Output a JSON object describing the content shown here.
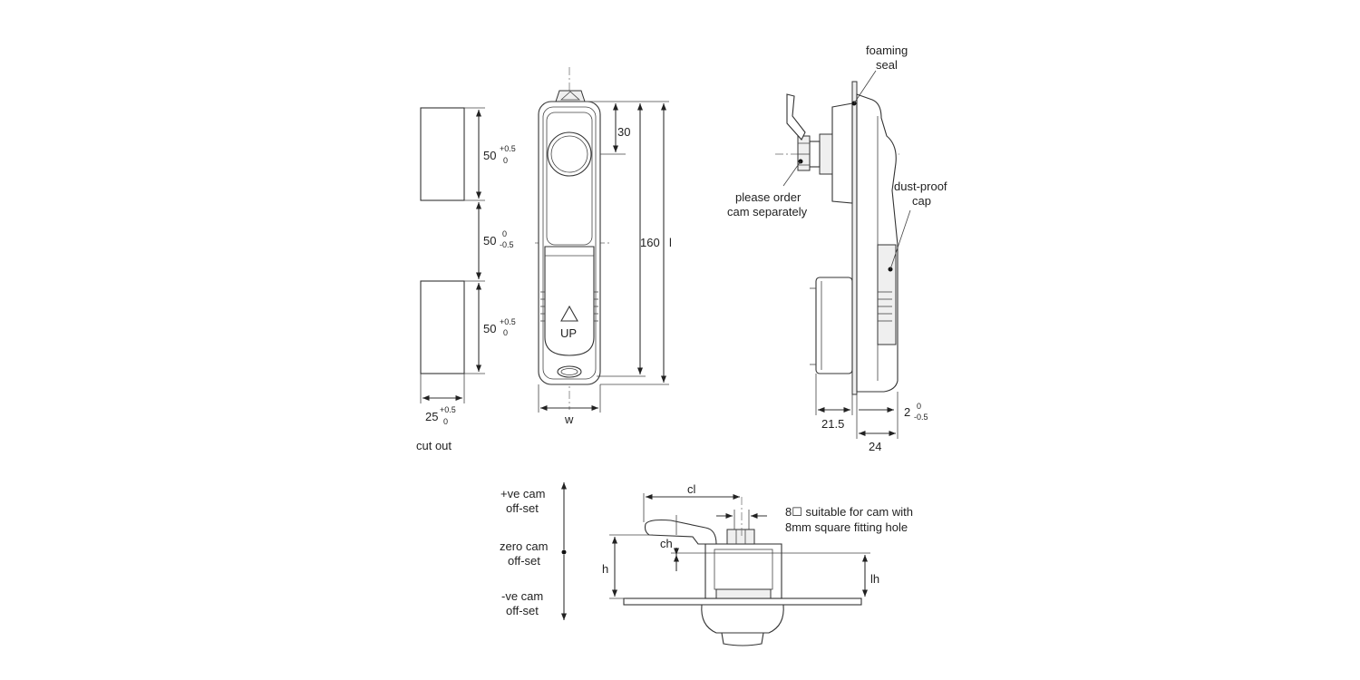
{
  "cutout": {
    "dim_top": "50",
    "dim_top_tol_up": "+0.5",
    "dim_top_tol_lo": "0",
    "dim_mid": "50",
    "dim_mid_tol_up": "0",
    "dim_mid_tol_lo": "-0.5",
    "dim_bot": "50",
    "dim_bot_tol_up": "+0.5",
    "dim_bot_tol_lo": "0",
    "dim_width": "25",
    "dim_width_tol_up": "+0.5",
    "dim_width_tol_lo": "0",
    "caption": "cut out"
  },
  "front": {
    "dim_30": "30",
    "dim_160": "160",
    "dim_l": "l",
    "dim_w": "w",
    "handle_mark": "UP"
  },
  "side": {
    "note_seal_1": "foaming",
    "note_seal_2": "seal",
    "note_cam_1": "please order",
    "note_cam_2": "cam separately",
    "note_cap_1": "dust-proof",
    "note_cap_2": "cap",
    "dim_21_5": "21.5",
    "dim_24": "24",
    "dim_2": "2",
    "dim_2_tol_up": "0",
    "dim_2_tol_lo": "-0.5"
  },
  "cam": {
    "pos_label_1": "+ve cam",
    "pos_label_2": "off-set",
    "zero_label_1": "zero cam",
    "zero_label_2": "off-set",
    "neg_label_1": "-ve cam",
    "neg_label_2": "off-set",
    "dim_cl": "cl",
    "dim_ch": "ch",
    "dim_h": "h",
    "dim_lh": "lh",
    "note_square_1": "8☐ suitable for cam with",
    "note_square_2": "8mm square fitting hole"
  }
}
